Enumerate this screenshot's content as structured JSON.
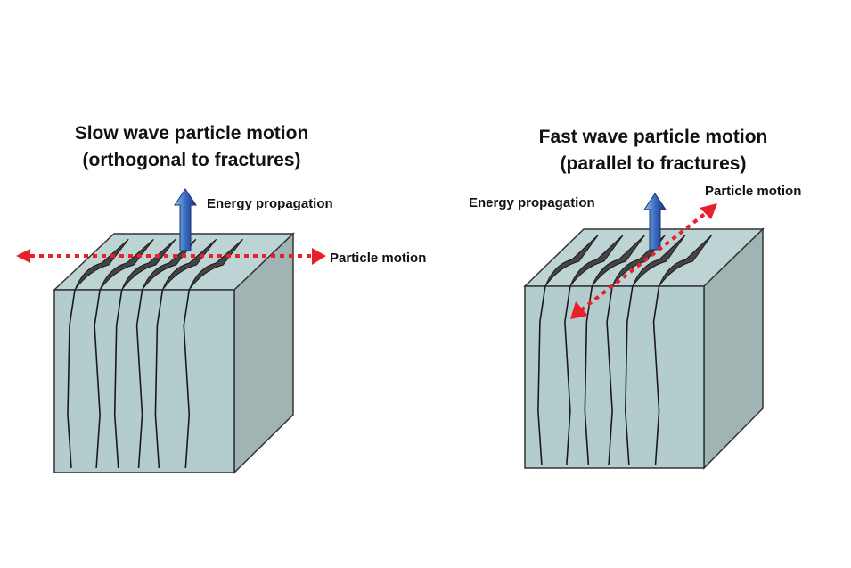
{
  "panels": [
    {
      "title_line1": "Slow wave particle motion",
      "title_line2": "(orthogonal to fractures)",
      "energy_label": "Energy propagation",
      "particle_label": "Particle motion"
    },
    {
      "title_line1": "Fast wave particle motion",
      "title_line2": "(parallel to fractures)",
      "energy_label": "Energy propagation",
      "particle_label": "Particle motion"
    }
  ],
  "colors": {
    "front_face": "#b3cccd",
    "top_face": "#bed4d4",
    "side_face": "#9fb4b3",
    "fracture": "#1a1a1a",
    "particle_arrow": "#e8202a",
    "energy_arrow": "#3a6cc0"
  }
}
